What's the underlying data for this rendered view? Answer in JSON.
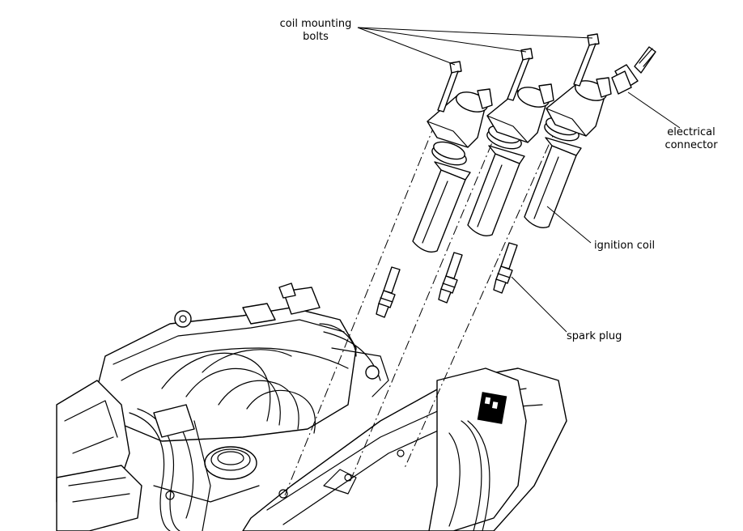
{
  "labels": {
    "coil_mounting_bolts": [
      "coil mounting",
      "bolts"
    ],
    "electrical_connector": [
      "electrical",
      "connector"
    ],
    "ignition_coil": "ignition coil",
    "spark_plug": "spark plug"
  },
  "colors": {
    "line": "#000000",
    "background": "#ffffff"
  },
  "icons": [
    "bolt-icon",
    "coil-icon",
    "spark-plug-icon",
    "connector-icon",
    "engine-icon"
  ]
}
